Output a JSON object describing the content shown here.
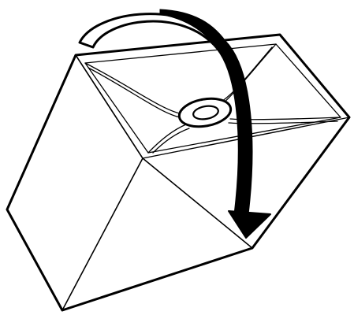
{
  "diagram": {
    "subject": "lampshade-frame",
    "action": "flip-over",
    "arrow_direction": "clockwise"
  },
  "colors": {
    "stroke": "#000000",
    "fill": "#ffffff",
    "arrow": "#000000"
  }
}
